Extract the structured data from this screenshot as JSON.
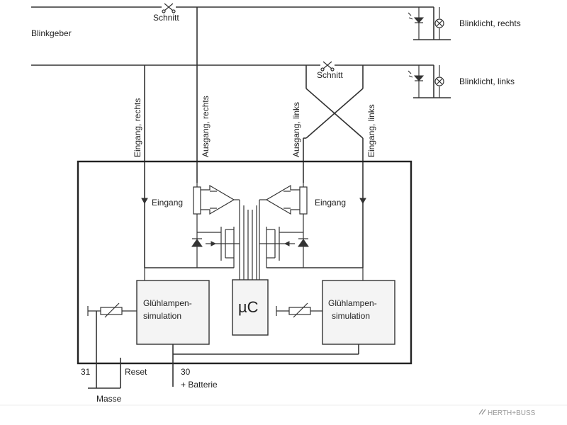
{
  "labels": {
    "blinkgeber": "Blinkgeber",
    "schnitt_top": "Schnitt",
    "schnitt_mid": "Schnitt",
    "blinklicht_rechts": "Blinklicht, rechts",
    "blinklicht_links": "Blinklicht, links",
    "eingang_rechts": "Eingang, rechts",
    "ausgang_rechts": "Ausgang, rechts",
    "ausgang_links": "Ausgang, links",
    "eingang_links": "Eingang, links",
    "eingang_left": "Eingang",
    "eingang_right": "Eingang",
    "sim_left_line1": "Glühlampen-",
    "sim_left_line2": "simulation",
    "sim_right_line1": "Glühlampen-",
    "sim_right_line2": "simulation",
    "microcontroller": "µC",
    "terminal_31": "31",
    "reset": "Reset",
    "terminal_30": "30",
    "batterie": "+ Batterie",
    "masse": "Masse",
    "brand": "HERTH+BUSS"
  },
  "colors": {
    "line": "#333333",
    "box_fill": "#f4f4f4",
    "brand": "#999999"
  }
}
